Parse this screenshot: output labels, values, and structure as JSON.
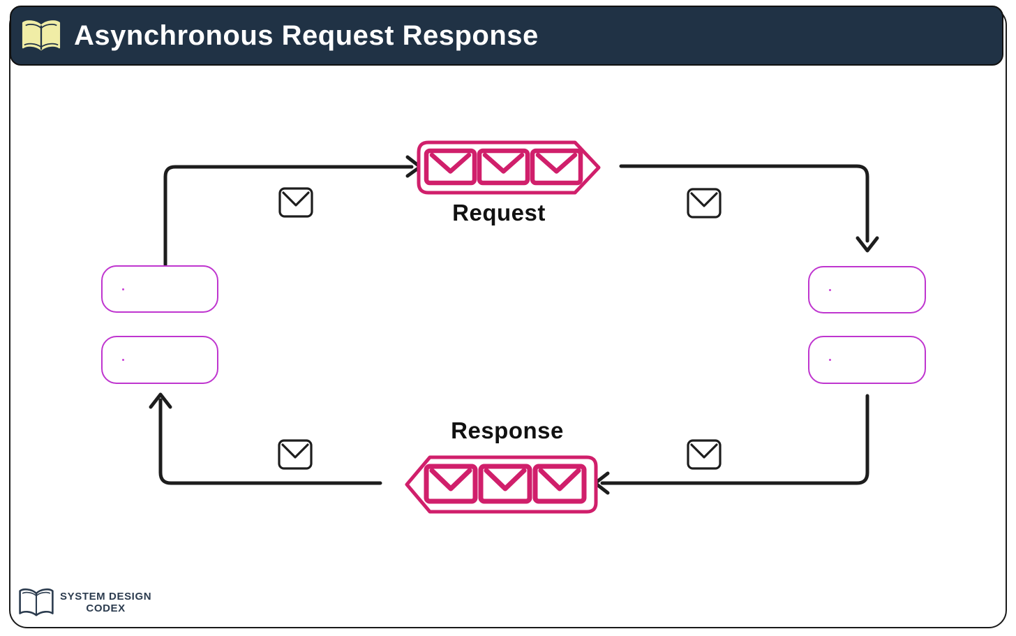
{
  "header": {
    "title": "Asynchronous Request Response",
    "icon": "open-book-icon"
  },
  "colors": {
    "header_bg": "#203245",
    "frame_ink": "#1a1a1a",
    "queue_pink": "#d01f6b",
    "box_magenta": "#bf35cf",
    "arrow_ink": "#1d1d1d",
    "book_yellow": "#f0eda6",
    "logo_navy": "#2b3b4e"
  },
  "diagram": {
    "request_queue": {
      "label": "Request",
      "direction": "right",
      "message_count": 3
    },
    "response_queue": {
      "label": "Response",
      "direction": "left",
      "message_count": 3
    },
    "nodes": [
      {
        "id": "left-top",
        "text": "",
        "placeholder_dot": true
      },
      {
        "id": "left-bottom",
        "text": "",
        "placeholder_dot": true
      },
      {
        "id": "right-top",
        "text": "",
        "placeholder_dot": true
      },
      {
        "id": "right-bottom",
        "text": "",
        "placeholder_dot": true
      }
    ],
    "transit_envelope_count": 4,
    "flow": [
      "left-top -> request-queue",
      "request-queue -> right-top",
      "right-bottom -> response-queue",
      "response-queue -> left-bottom"
    ]
  },
  "footer": {
    "brand_line1": "SYSTEM DESIGN",
    "brand_line2": "CODEX"
  }
}
